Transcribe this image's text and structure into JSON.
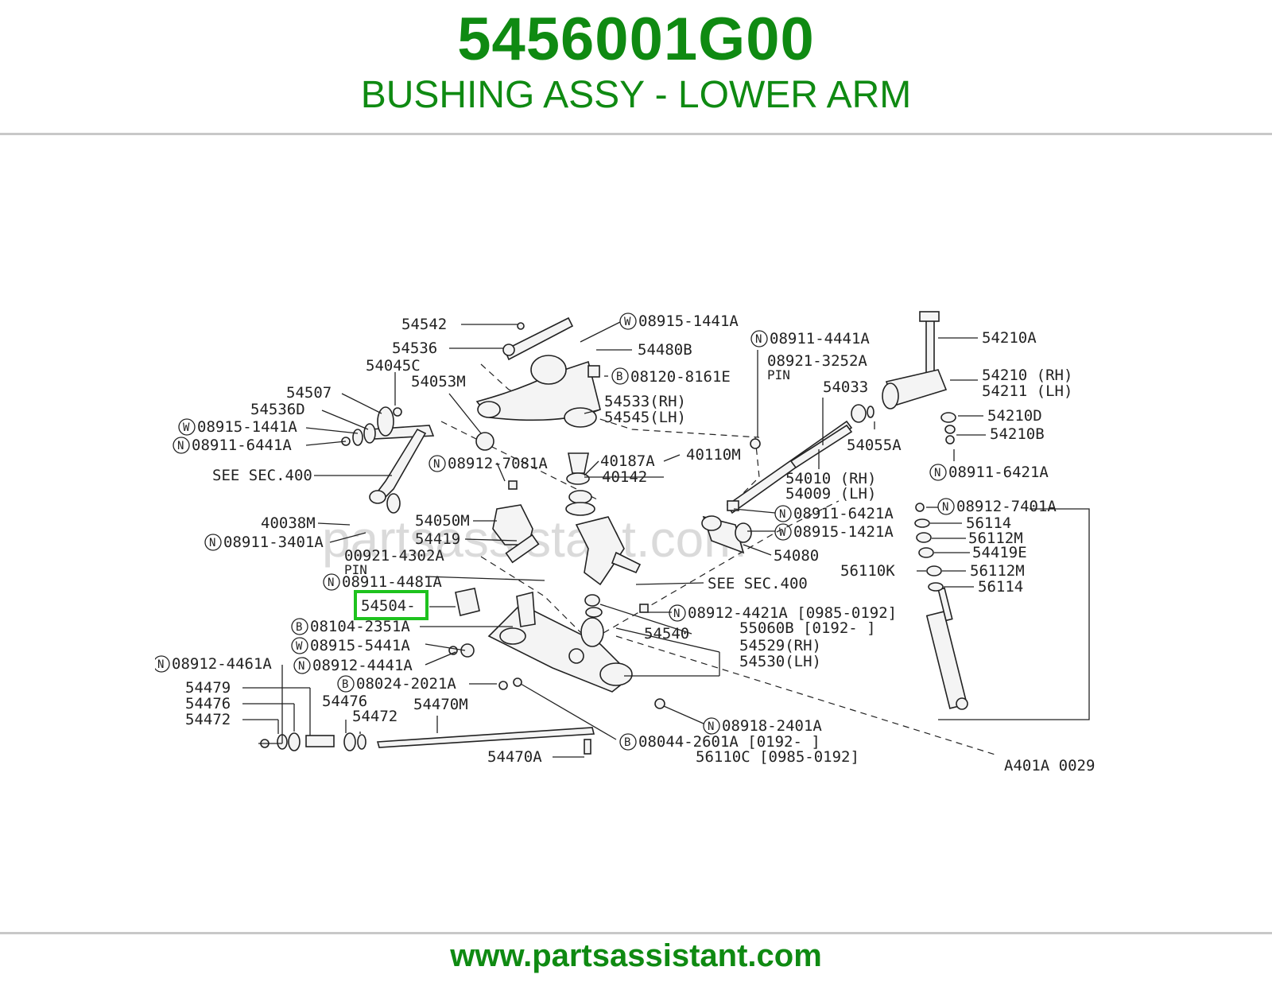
{
  "header": {
    "part_number": "5456001G00",
    "part_name": "BUSHING ASSY - LOWER ARM"
  },
  "footer": {
    "url": "www.partsassistant.com"
  },
  "diagram": {
    "watermark": "partsassistant.com",
    "code": "A401A 0029",
    "highlighted_label": "54504",
    "labels": [
      {
        "id": "l1",
        "text": "54542"
      },
      {
        "id": "l2",
        "text": "08915-1441A",
        "prefix": "W"
      },
      {
        "id": "l3",
        "text": "54536"
      },
      {
        "id": "l4",
        "text": "54480B"
      },
      {
        "id": "l5",
        "text": "54045C"
      },
      {
        "id": "l6",
        "text": "08120-8161E",
        "prefix": "B"
      },
      {
        "id": "l7",
        "text": "54507"
      },
      {
        "id": "l8",
        "text": "54053M"
      },
      {
        "id": "l9",
        "text": "54536D"
      },
      {
        "id": "l10",
        "text": "54533(RH)"
      },
      {
        "id": "l11",
        "text": "54545(LH)"
      },
      {
        "id": "l12",
        "text": "08915-1441A",
        "prefix": "W"
      },
      {
        "id": "l13",
        "text": "08911-6441A",
        "prefix": "N"
      },
      {
        "id": "l14",
        "text": "08912-7081A",
        "prefix": "N"
      },
      {
        "id": "l15",
        "text": "40187A"
      },
      {
        "id": "l16",
        "text": "40110M"
      },
      {
        "id": "l17",
        "text": "SEE SEC.400"
      },
      {
        "id": "l18",
        "text": "40142"
      },
      {
        "id": "l19",
        "text": "40038M"
      },
      {
        "id": "l20",
        "text": "54050M"
      },
      {
        "id": "l21",
        "text": "08911-3401A",
        "prefix": "N"
      },
      {
        "id": "l22",
        "text": "54419"
      },
      {
        "id": "l23",
        "text": "00921-4302A"
      },
      {
        "id": "l24",
        "text": "PIN"
      },
      {
        "id": "l25",
        "text": "08911-4481A",
        "prefix": "N"
      },
      {
        "id": "l26",
        "text": "54504-"
      },
      {
        "id": "l27",
        "text": "08104-2351A",
        "prefix": "B"
      },
      {
        "id": "l28",
        "text": "08915-5441A",
        "prefix": "W"
      },
      {
        "id": "l29",
        "text": "08912-4461A",
        "prefix": "N"
      },
      {
        "id": "l30",
        "text": "08912-4441A",
        "prefix": "N"
      },
      {
        "id": "l31",
        "text": "08024-2021A",
        "prefix": "B"
      },
      {
        "id": "l32",
        "text": "54479"
      },
      {
        "id": "l33",
        "text": "54476"
      },
      {
        "id": "l34",
        "text": "54476"
      },
      {
        "id": "l35",
        "text": "54470M"
      },
      {
        "id": "l36",
        "text": "54472"
      },
      {
        "id": "l37",
        "text": "54472"
      },
      {
        "id": "l38",
        "text": "54470A"
      },
      {
        "id": "l39",
        "text": "08911-4441A",
        "prefix": "N"
      },
      {
        "id": "l40",
        "text": "08921-3252A"
      },
      {
        "id": "l41",
        "text": "PIN"
      },
      {
        "id": "l42",
        "text": "54033"
      },
      {
        "id": "l43",
        "text": "54055A"
      },
      {
        "id": "l44",
        "text": "54010 (RH)"
      },
      {
        "id": "l45",
        "text": "54009 (LH)"
      },
      {
        "id": "l46",
        "text": "08911-6421A",
        "prefix": "N"
      },
      {
        "id": "l47",
        "text": "08915-1421A",
        "prefix": "W"
      },
      {
        "id": "l48",
        "text": "54080"
      },
      {
        "id": "l49",
        "text": "SEE SEC.400"
      },
      {
        "id": "l50",
        "text": "08912-4421A [0985-0192]",
        "prefix": "N"
      },
      {
        "id": "l51",
        "text": "55060B [0192-       ]"
      },
      {
        "id": "l52",
        "text": "54540"
      },
      {
        "id": "l53",
        "text": "54529(RH)"
      },
      {
        "id": "l54",
        "text": "54530(LH)"
      },
      {
        "id": "l55",
        "text": "08918-2401A",
        "prefix": "N"
      },
      {
        "id": "l56",
        "text": "08044-2601A [0192-      ]",
        "prefix": "B"
      },
      {
        "id": "l57",
        "text": "56110C [0985-0192]"
      },
      {
        "id": "l58",
        "text": "54210A"
      },
      {
        "id": "l59",
        "text": "54210 (RH)"
      },
      {
        "id": "l60",
        "text": "54211 (LH)"
      },
      {
        "id": "l61",
        "text": "54210D"
      },
      {
        "id": "l62",
        "text": "54210B"
      },
      {
        "id": "l63",
        "text": "08911-6421A",
        "prefix": "N"
      },
      {
        "id": "l64",
        "text": "08912-7401A",
        "prefix": "N"
      },
      {
        "id": "l65",
        "text": "56114"
      },
      {
        "id": "l66",
        "text": "56112M"
      },
      {
        "id": "l67",
        "text": "54419E"
      },
      {
        "id": "l68",
        "text": "56110K"
      },
      {
        "id": "l69",
        "text": "56112M"
      },
      {
        "id": "l70",
        "text": "56114"
      }
    ]
  }
}
